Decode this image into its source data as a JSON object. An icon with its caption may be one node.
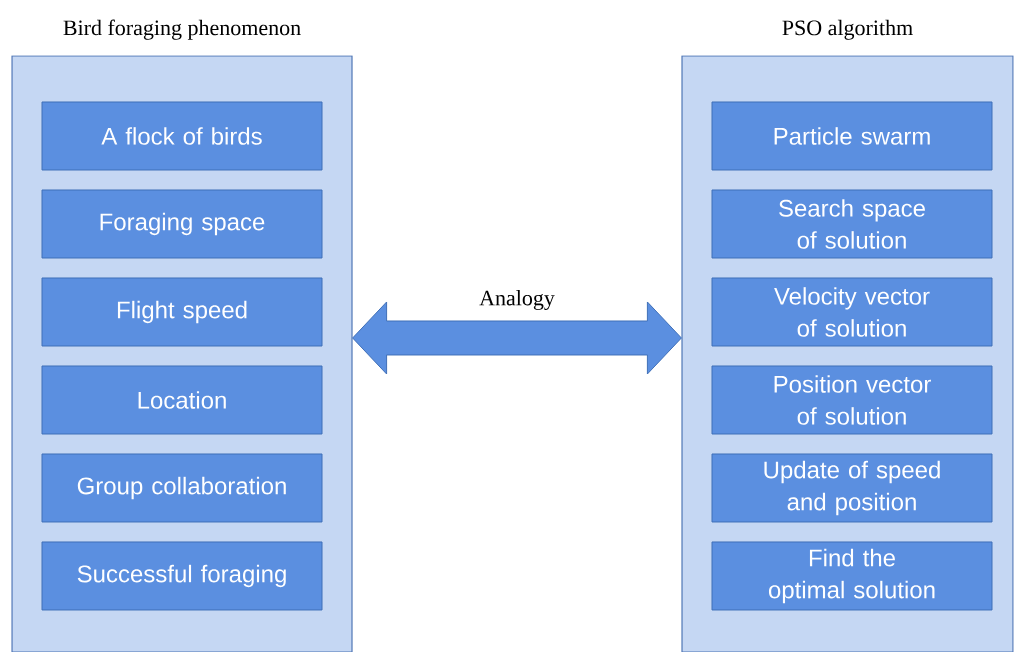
{
  "diagram": {
    "nodes": [
      {
        "text": [
          "Bird foraging phenomenon"
        ]
      },
      {
        "text": [
          "A flock of birds"
        ],
        "in": 0
      },
      {
        "text": [
          "Foraging space"
        ],
        "in": 0
      },
      {
        "text": [
          "Flight speed"
        ],
        "in": 0
      },
      {
        "text": [
          "Location"
        ],
        "in": 0
      },
      {
        "text": [
          "Group collaboration"
        ],
        "in": 0
      },
      {
        "text": [
          "Successful foraging"
        ],
        "in": 0
      },
      {
        "text": [
          "PSO algorithm"
        ]
      },
      {
        "text": [
          "Particle swarm"
        ],
        "in": 7
      },
      {
        "text": [
          "Search space of solution"
        ],
        "in": 7
      },
      {
        "text": [
          "Velocity vector of solution"
        ],
        "in": 7
      },
      {
        "text": [
          "Position vector of solution"
        ],
        "in": 7
      },
      {
        "text": [
          "Update of speed and position"
        ],
        "in": 7
      },
      {
        "text": [
          "Find the optimal solution"
        ],
        "in": 7
      }
    ],
    "edges": [
      {
        "from": 0,
        "to": 7,
        "arrow": "both",
        "label": "Analogy"
      }
    ]
  }
}
